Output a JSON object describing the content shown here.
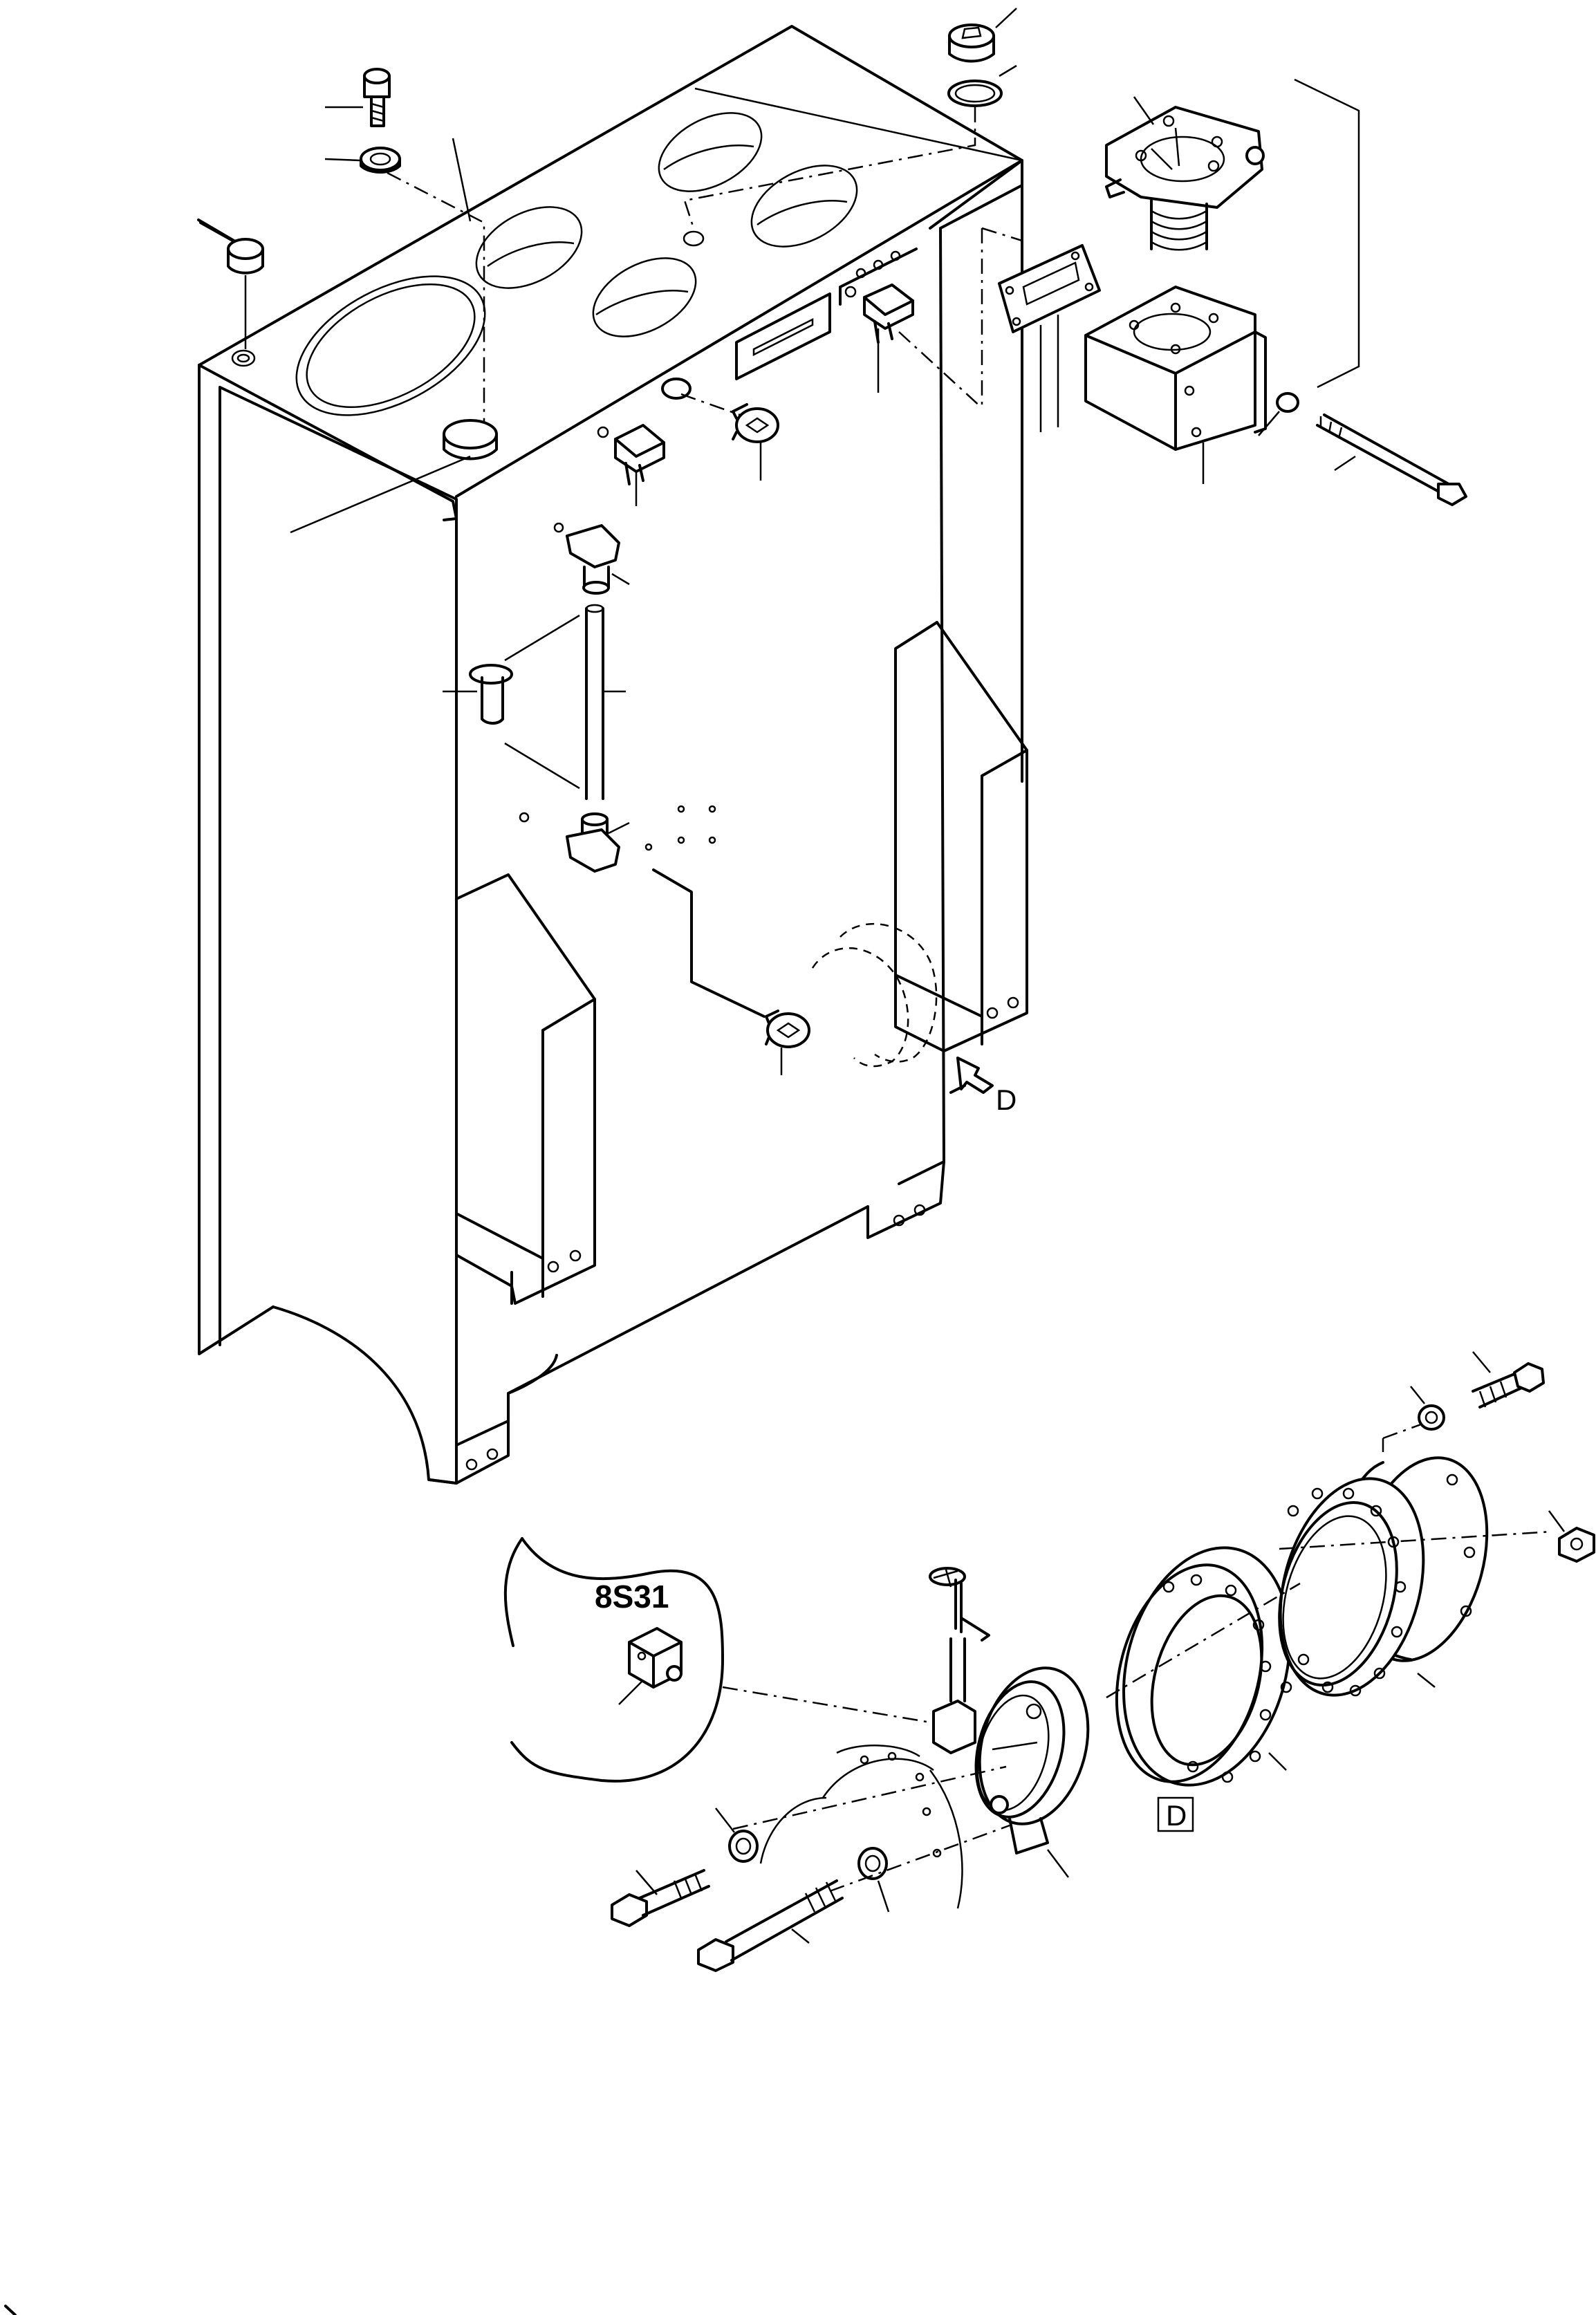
{
  "view_callout": {
    "letter": "D"
  },
  "detail_view": {
    "label": "D"
  },
  "sensor_detail": {
    "label": "8S31"
  },
  "chart_data": []
}
